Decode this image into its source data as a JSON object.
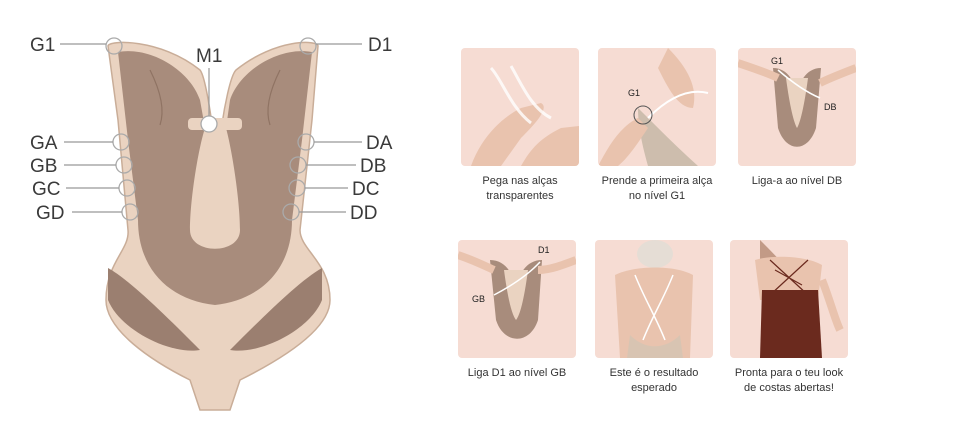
{
  "diagram": {
    "labels": {
      "g1": "G1",
      "d1": "D1",
      "m1": "M1",
      "ga": "GA",
      "gb": "GB",
      "gc": "GC",
      "gd": "GD",
      "da": "DA",
      "db": "DB",
      "dc": "DC",
      "dd": "DD"
    }
  },
  "steps": [
    {
      "caption": "Pega nas alças transparentes",
      "tags": []
    },
    {
      "caption": "Prende a primeira alça no nível G1",
      "tags": [
        "G1"
      ]
    },
    {
      "caption": "Liga-a ao nível DB",
      "tags": [
        "G1",
        "DB"
      ]
    },
    {
      "caption": "Liga D1 ao nível GB",
      "tags": [
        "D1",
        "GB"
      ]
    },
    {
      "caption": "Este é o resultado esperado",
      "tags": []
    },
    {
      "caption": "Pronta para o teu look de costas abertas!",
      "tags": []
    }
  ],
  "colors": {
    "skin": "#e6cbb6",
    "shell": "#ead3c1",
    "inner": "#a88c7c",
    "thumb_bg": "#f6dcd3",
    "dress": "#6b2a1e"
  }
}
